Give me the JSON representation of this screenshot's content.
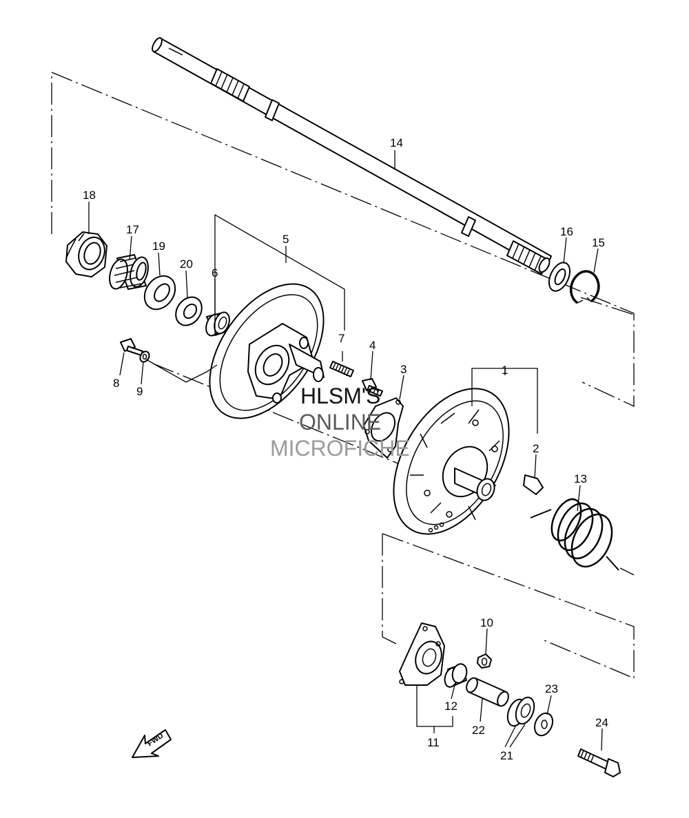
{
  "watermark": {
    "line1": "HLSM'S",
    "line2": "ONLINE",
    "line3": "MICROFICHE"
  },
  "fwd_label": "FWD",
  "callouts": {
    "c1": "1",
    "c2": "2",
    "c3": "3",
    "c4": "4",
    "c5": "5",
    "c6": "6",
    "c7": "7",
    "c8": "8",
    "c9": "9",
    "c10": "10",
    "c11": "11",
    "c12": "12",
    "c13": "13",
    "c14": "14",
    "c15": "15",
    "c16": "16",
    "c17": "17",
    "c18": "18",
    "c19": "19",
    "c20": "20",
    "c21": "21",
    "c22": "22",
    "c23": "23",
    "c24": "24"
  },
  "icons": {
    "fwd_arrow": "fwd-arrow-icon"
  }
}
